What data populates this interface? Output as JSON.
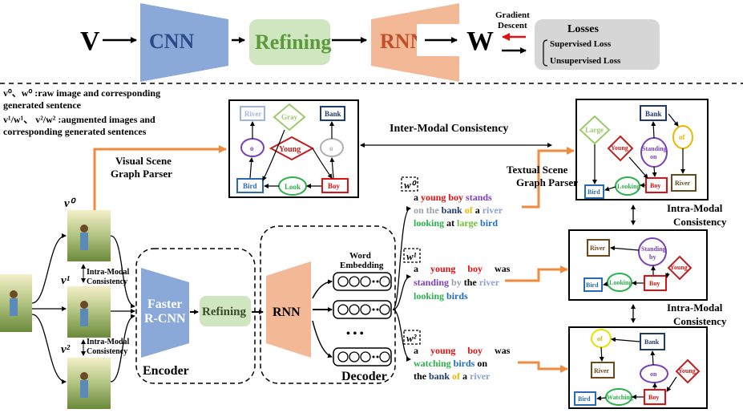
{
  "top": {
    "v": "V",
    "cnn": "CNN",
    "refining": "Refining",
    "rnn": "RNN",
    "w": "W",
    "gradient": "Gradient",
    "descent": "Descent",
    "losses": "Losses",
    "sup": "Supervised Loss",
    "unsup": "Unsupervised Loss"
  },
  "legend": {
    "l1": "v⁰、w⁰ :raw image and corresponding",
    "l2": "generated sentence",
    "l3": "v¹/w¹、 v²/w² :augmented images and",
    "l4": "corresponding generated sentences"
  },
  "labels": {
    "vsgp1": "Visual Scene",
    "vsgp2": "Graph Parser",
    "inter": "Inter-Modal Consistency",
    "tsgp1": "Textual Scene",
    "tsgp2": "Graph Parser",
    "intra1a": "Intra-Modal",
    "intra1b": "Consistency",
    "intra2a": "Intra-Modal",
    "intra2b": "Consistency",
    "imgintra1a": "Intra-Modal",
    "imgintra1b": "Consistency",
    "imgintra2a": "Intra-Modal",
    "imgintra2b": "Consistency",
    "v0": "v⁰",
    "v1": "v¹",
    "v2": "v²",
    "encoder": "Encoder",
    "decoder": "Decoder",
    "faster1": "Faster",
    "faster2": "R-CNN",
    "refining": "Refining",
    "rnn": "RNN",
    "we1": "Word",
    "we2": "Embedding",
    "dots": "• • •",
    "w0": "w⁰",
    "w1": "w¹",
    "w2": "w²"
  },
  "sentences": {
    "s0": [
      [
        {
          "t": "a ",
          "c": "#000"
        },
        {
          "t": "young ",
          "c": "#e01010"
        },
        {
          "t": "boy ",
          "c": "#e01010"
        },
        {
          "t": "stands",
          "c": "#7a3fb5"
        }
      ],
      [
        {
          "t": "on the ",
          "c": "#9aa0a8"
        },
        {
          "t": "bank ",
          "c": "#1f3a6e"
        },
        {
          "t": "of ",
          "c": "#e8b800"
        },
        {
          "t": "a ",
          "c": "#000"
        },
        {
          "t": "river",
          "c": "#8aa0d0"
        }
      ],
      [
        {
          "t": "looking ",
          "c": "#2bb04a"
        },
        {
          "t": "at ",
          "c": "#000"
        },
        {
          "t": "large ",
          "c": "#6fc030"
        },
        {
          "t": "bird",
          "c": "#1f6fc0"
        }
      ]
    ],
    "s1": [
      [
        {
          "t": "a     ",
          "c": "#000"
        },
        {
          "t": "young     ",
          "c": "#e01010"
        },
        {
          "t": "boy     ",
          "c": "#e01010"
        },
        {
          "t": "was",
          "c": "#000"
        }
      ],
      [
        {
          "t": "standing ",
          "c": "#7a3fb5"
        },
        {
          "t": "by ",
          "c": "#9aa0a8"
        },
        {
          "t": "the ",
          "c": "#000"
        },
        {
          "t": "river",
          "c": "#8aa0d0"
        }
      ],
      [
        {
          "t": "looking ",
          "c": "#2bb04a"
        },
        {
          "t": "birds",
          "c": "#1f6fc0"
        }
      ]
    ],
    "s2": [
      [
        {
          "t": "a     ",
          "c": "#000"
        },
        {
          "t": "young     ",
          "c": "#e01010"
        },
        {
          "t": "boy     ",
          "c": "#e01010"
        },
        {
          "t": "was",
          "c": "#000"
        }
      ],
      [
        {
          "t": "watching ",
          "c": "#2bb04a"
        },
        {
          "t": "birds ",
          "c": "#1f6fc0"
        },
        {
          "t": "on",
          "c": "#000"
        }
      ],
      [
        {
          "t": "the ",
          "c": "#000"
        },
        {
          "t": "bank ",
          "c": "#1f3a6e"
        },
        {
          "t": "of ",
          "c": "#e8b800"
        },
        {
          "t": "a ",
          "c": "#000"
        },
        {
          "t": "river",
          "c": "#8aa0d0"
        }
      ]
    ]
  },
  "graphs": {
    "visual": {
      "river": "River",
      "gray": "Gray",
      "bank": "Bank",
      "o1": "o",
      "young": "Young",
      "o2": "o",
      "bird": "Bird",
      "look": "Look",
      "boy": "Boy"
    },
    "text0": {
      "large": "Large",
      "bank": "Bank",
      "of": "of",
      "young": "Young",
      "standing": "Standing",
      "on": "on",
      "bird": "Bird",
      "looking": "Looking",
      "boy": "Boy",
      "river": "River"
    },
    "text1": {
      "river": "River",
      "standing": "Standing",
      "by": "by",
      "young": "Young",
      "bird": "Bird",
      "looking": "Looking",
      "boy": "Boy"
    },
    "text2": {
      "of": "of",
      "bank": "Bank",
      "river": "River",
      "on": "on",
      "young": "Young",
      "bird": "Bird",
      "watching": "Watching",
      "boy": "Boy"
    }
  }
}
